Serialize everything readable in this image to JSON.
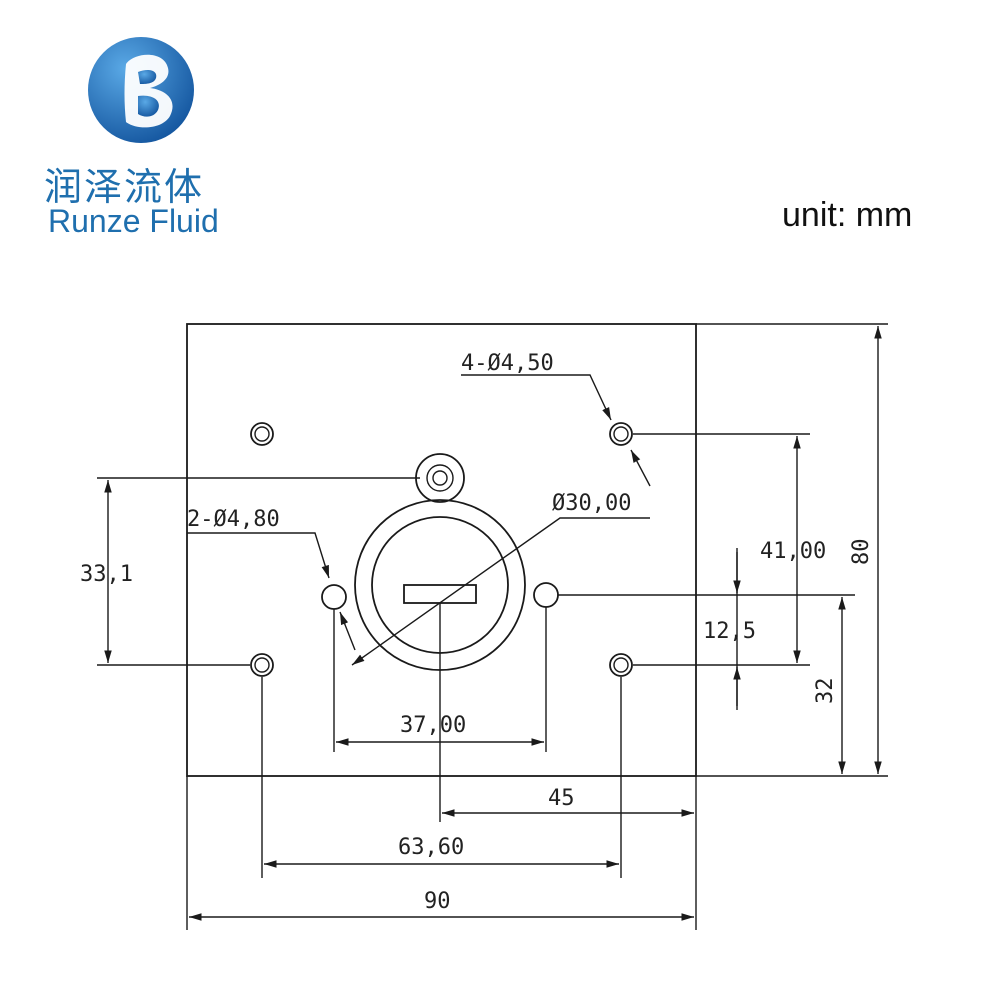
{
  "brand": {
    "name_cn": "润泽流体",
    "name_en": "Runze Fluid",
    "logo_letter": "B",
    "colors": {
      "primary": "#1f6fae",
      "accent": "#5aa9e6"
    }
  },
  "unit_label": "unit: mm",
  "dimensions": {
    "holes_4": "4-Ø4,50",
    "diameter_main": "Ø30,00",
    "holes_2": "2-Ø4,80",
    "height_33": "33,1",
    "height_41": "41,00",
    "height_80": "80",
    "height_12": "12,5",
    "height_32": "32",
    "width_37": "37,00",
    "width_45": "45",
    "width_63": "63,60",
    "width_90": "90"
  }
}
